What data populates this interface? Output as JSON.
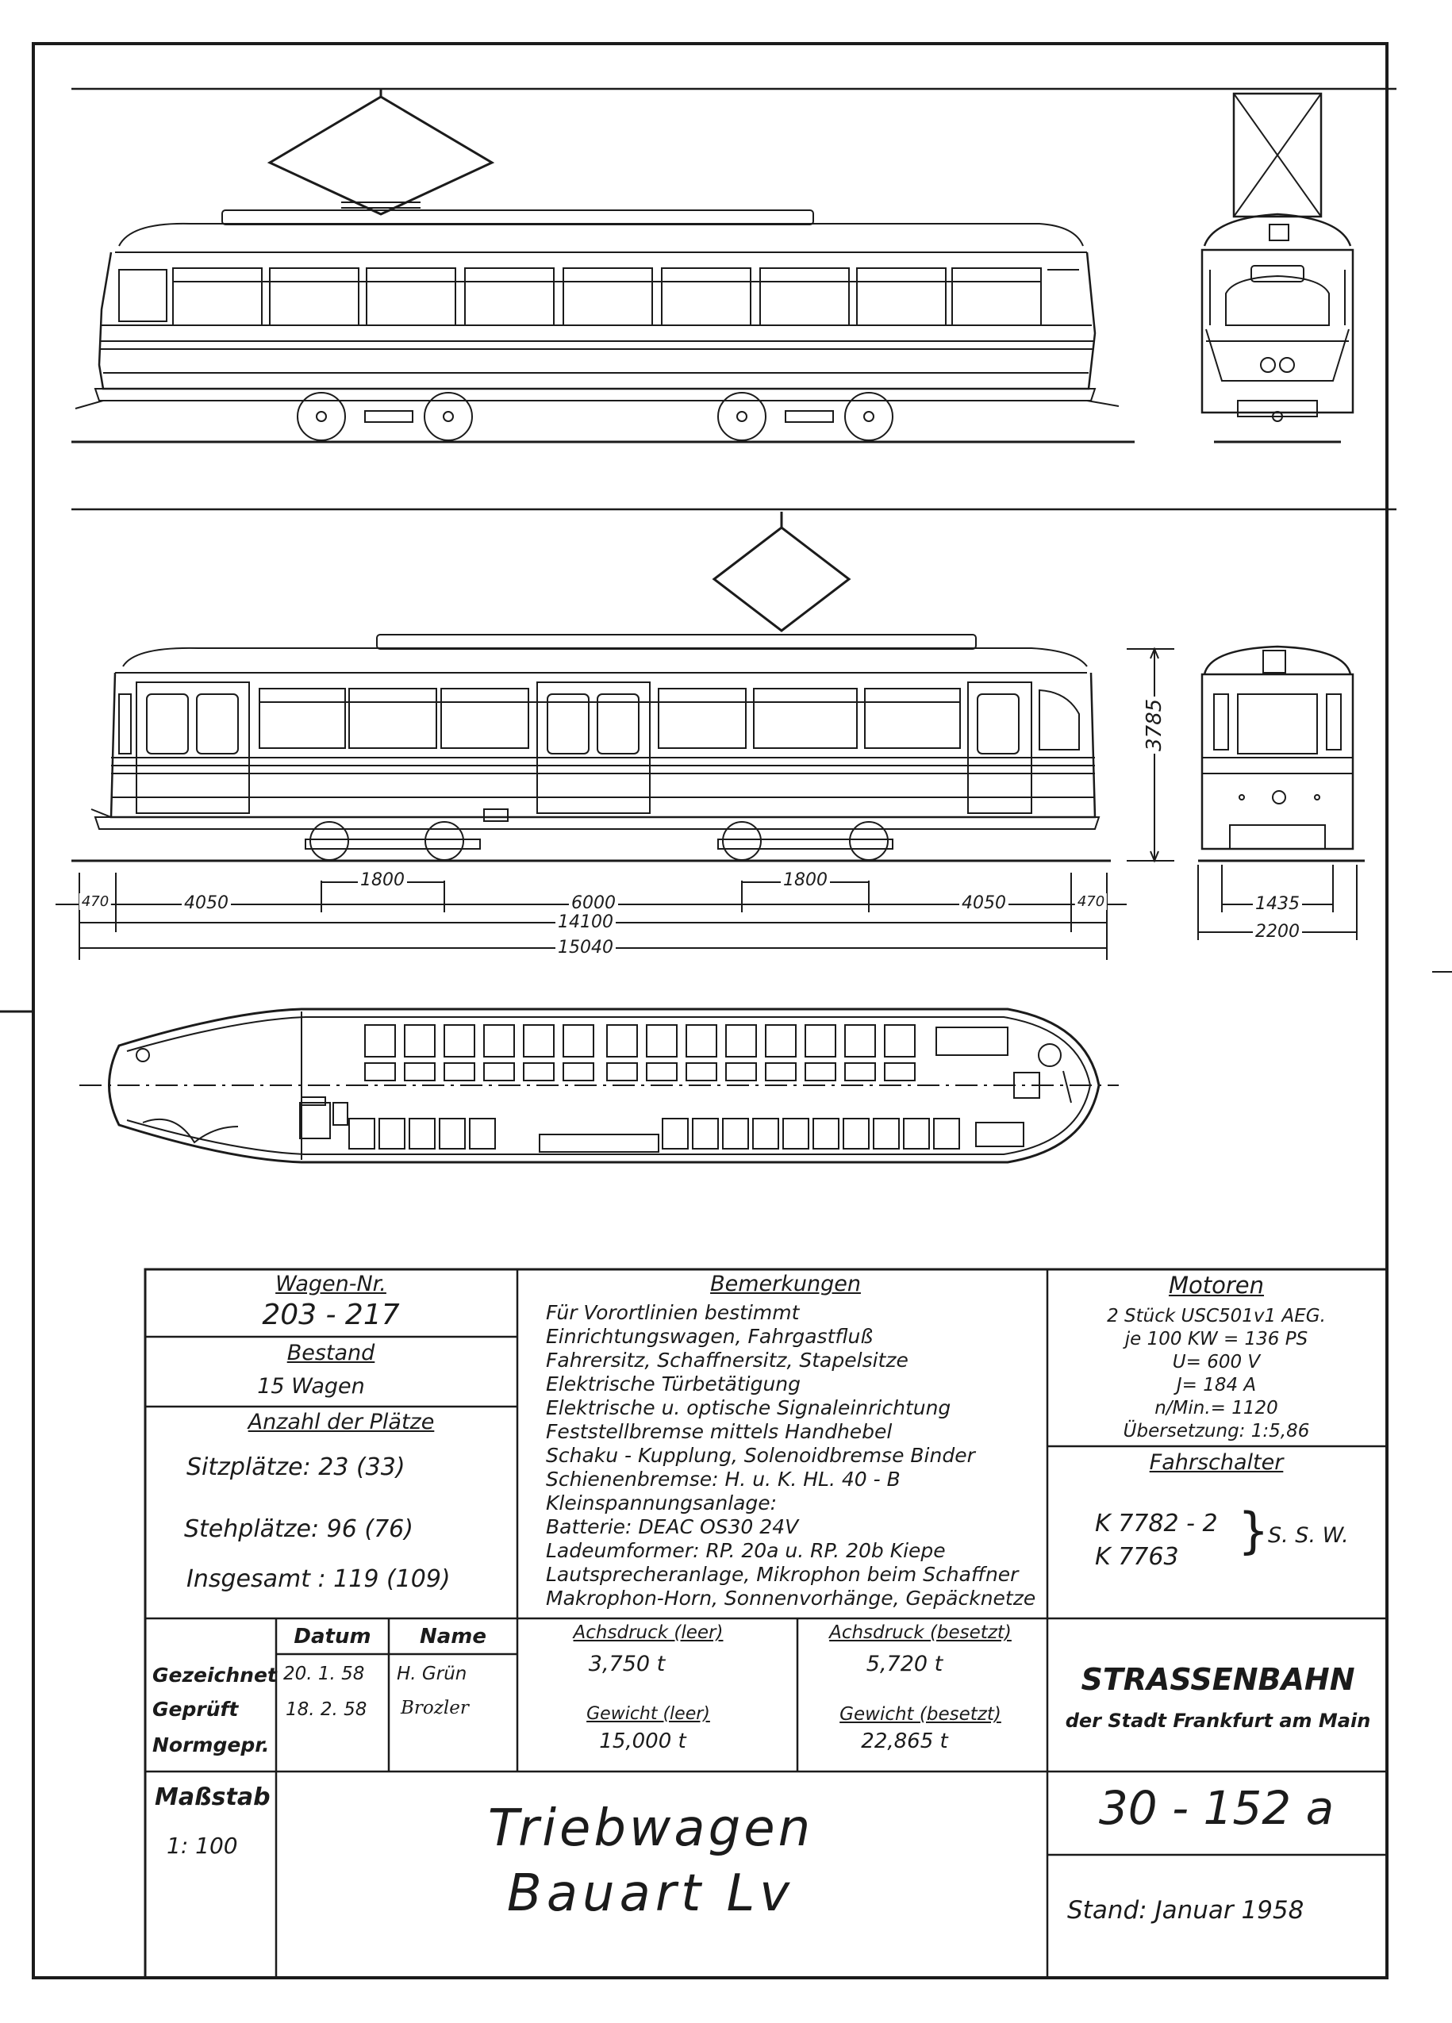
{
  "dimensions": {
    "height": "3785",
    "bogie_left": "1800",
    "bogie_right": "1800",
    "overhang_left": "470",
    "seg_left": "4050",
    "seg_mid": "6000",
    "seg_right": "4050",
    "overhang_right": "470",
    "pivot_distance": "14100",
    "total_length": "15040",
    "gauge": "1435",
    "width": "2200"
  },
  "wagen": {
    "heading": "Wagen-Nr.",
    "number": "203 - 217",
    "bestand_heading": "Bestand",
    "bestand_value": "15 Wagen",
    "plaetze_heading": "Anzahl der Plätze",
    "sitz": "Sitzplätze:  23  (33)",
    "steh": "Stehplätze:  96  (76)",
    "gesamt": "Insgesamt : 119  (109)"
  },
  "bemerkungen": {
    "heading": "Bemerkungen",
    "lines": [
      "Für Vorortlinien bestimmt",
      "Einrichtungswagen, Fahrgastfluß",
      "Fahrersitz, Schaffnersitz, Stapelsitze",
      "Elektrische Türbetätigung",
      "Elektrische u. optische Signaleinrichtung",
      "Feststellbremse mittels Handhebel",
      "Schaku - Kupplung, Solenoidbremse Binder",
      "Schienenbremse:   H. u. K. HL. 40 - B",
      "Kleinspannungsanlage:",
      "Batterie: DEAC OS30  24V",
      "Ladeumformer: RP. 20a u. RP. 20b Kiepe",
      "Lautsprecheranlage, Mikrophon beim Schaffner",
      "Makrophon-Horn, Sonnenvorhänge, Gepäcknetze"
    ]
  },
  "motoren": {
    "heading": "Motoren",
    "lines": [
      "2 Stück  USC501v1 AEG.",
      "je 100 KW = 136 PS",
      "U= 600 V",
      "J= 184 A",
      "n/Min.= 1120",
      "Übersetzung: 1:5,86"
    ]
  },
  "fahrschalter": {
    "heading": "Fahrschalter",
    "code1": "K 7782 - 2",
    "code2": "K 7763",
    "maker": "S. S. W."
  },
  "signoff": {
    "col_datum": "Datum",
    "col_name": "Name",
    "row1_label": "Gezeichnet",
    "row1_datum": "20. 1. 58",
    "row1_name": "H. Grün",
    "row2_label": "Geprüft",
    "row2_datum": "18. 2. 58",
    "row2_name": "Brozler",
    "row3_label": "Normgepr."
  },
  "weights": {
    "achs_leer_label": "Achsdruck (leer)",
    "achs_leer_value": "3,750 t",
    "achs_besetzt_label": "Achsdruck (besetzt)",
    "achs_besetzt_value": "5,720 t",
    "gew_leer_label": "Gewicht (leer)",
    "gew_leer_value": "15,000 t",
    "gew_besetzt_label": "Gewicht (besetzt)",
    "gew_besetzt_value": "22,865 t"
  },
  "company": {
    "name": "STRASSENBAHN",
    "city": "der Stadt Frankfurt am Main"
  },
  "title_block": {
    "massstab_label": "Maßstab",
    "massstab_value": "1: 100",
    "title_line1": "Triebwagen",
    "title_line2": "Bauart Lv",
    "drawing_number": "30 - 152 a",
    "stand": "Stand:  Januar 1958"
  },
  "colors": {
    "ink": "#1b1b1b",
    "paper": "#ffffff"
  }
}
